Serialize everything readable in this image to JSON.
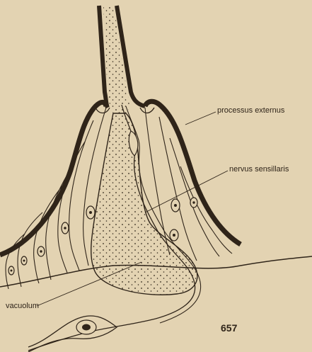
{
  "labels": {
    "processus": "processus externus",
    "nervus": "nervus sensillaris",
    "vacuolum": "vacuolum"
  },
  "figure_number": "657",
  "colors": {
    "paper": "#e3d3b2",
    "ink": "#2f2419",
    "stipple_fill": "#d8c8a6"
  }
}
